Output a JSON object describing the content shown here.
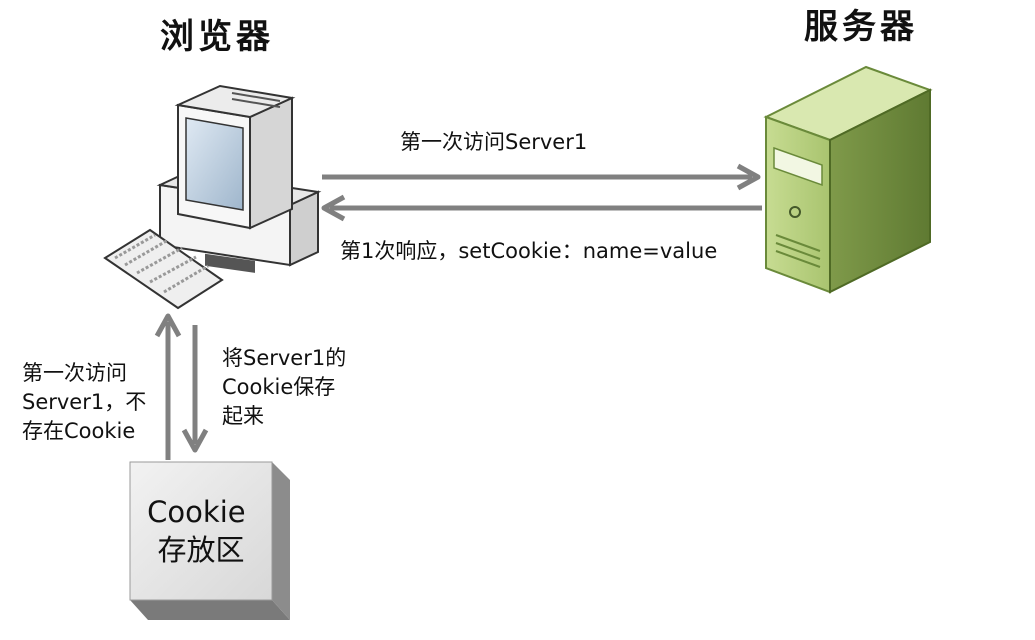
{
  "browser": {
    "title": "浏览器",
    "icon": "desktop-computer-icon"
  },
  "server": {
    "title": "服务器",
    "icon": "tower-server-icon",
    "color": "#a9c46f"
  },
  "arrows": {
    "request_label": "第一次访问Server1",
    "response_label": "第1次响应，setCookie：name=value",
    "read_label_lines": [
      "第一次访问",
      "Server1，不",
      "存在Cookie"
    ],
    "save_label_lines": [
      "将Server1的",
      "Cookie保存",
      "起来"
    ],
    "color": "#808080"
  },
  "cookie_store": {
    "label_lines": [
      "Cookie",
      "存放区"
    ],
    "color": "#e6e6e6"
  }
}
